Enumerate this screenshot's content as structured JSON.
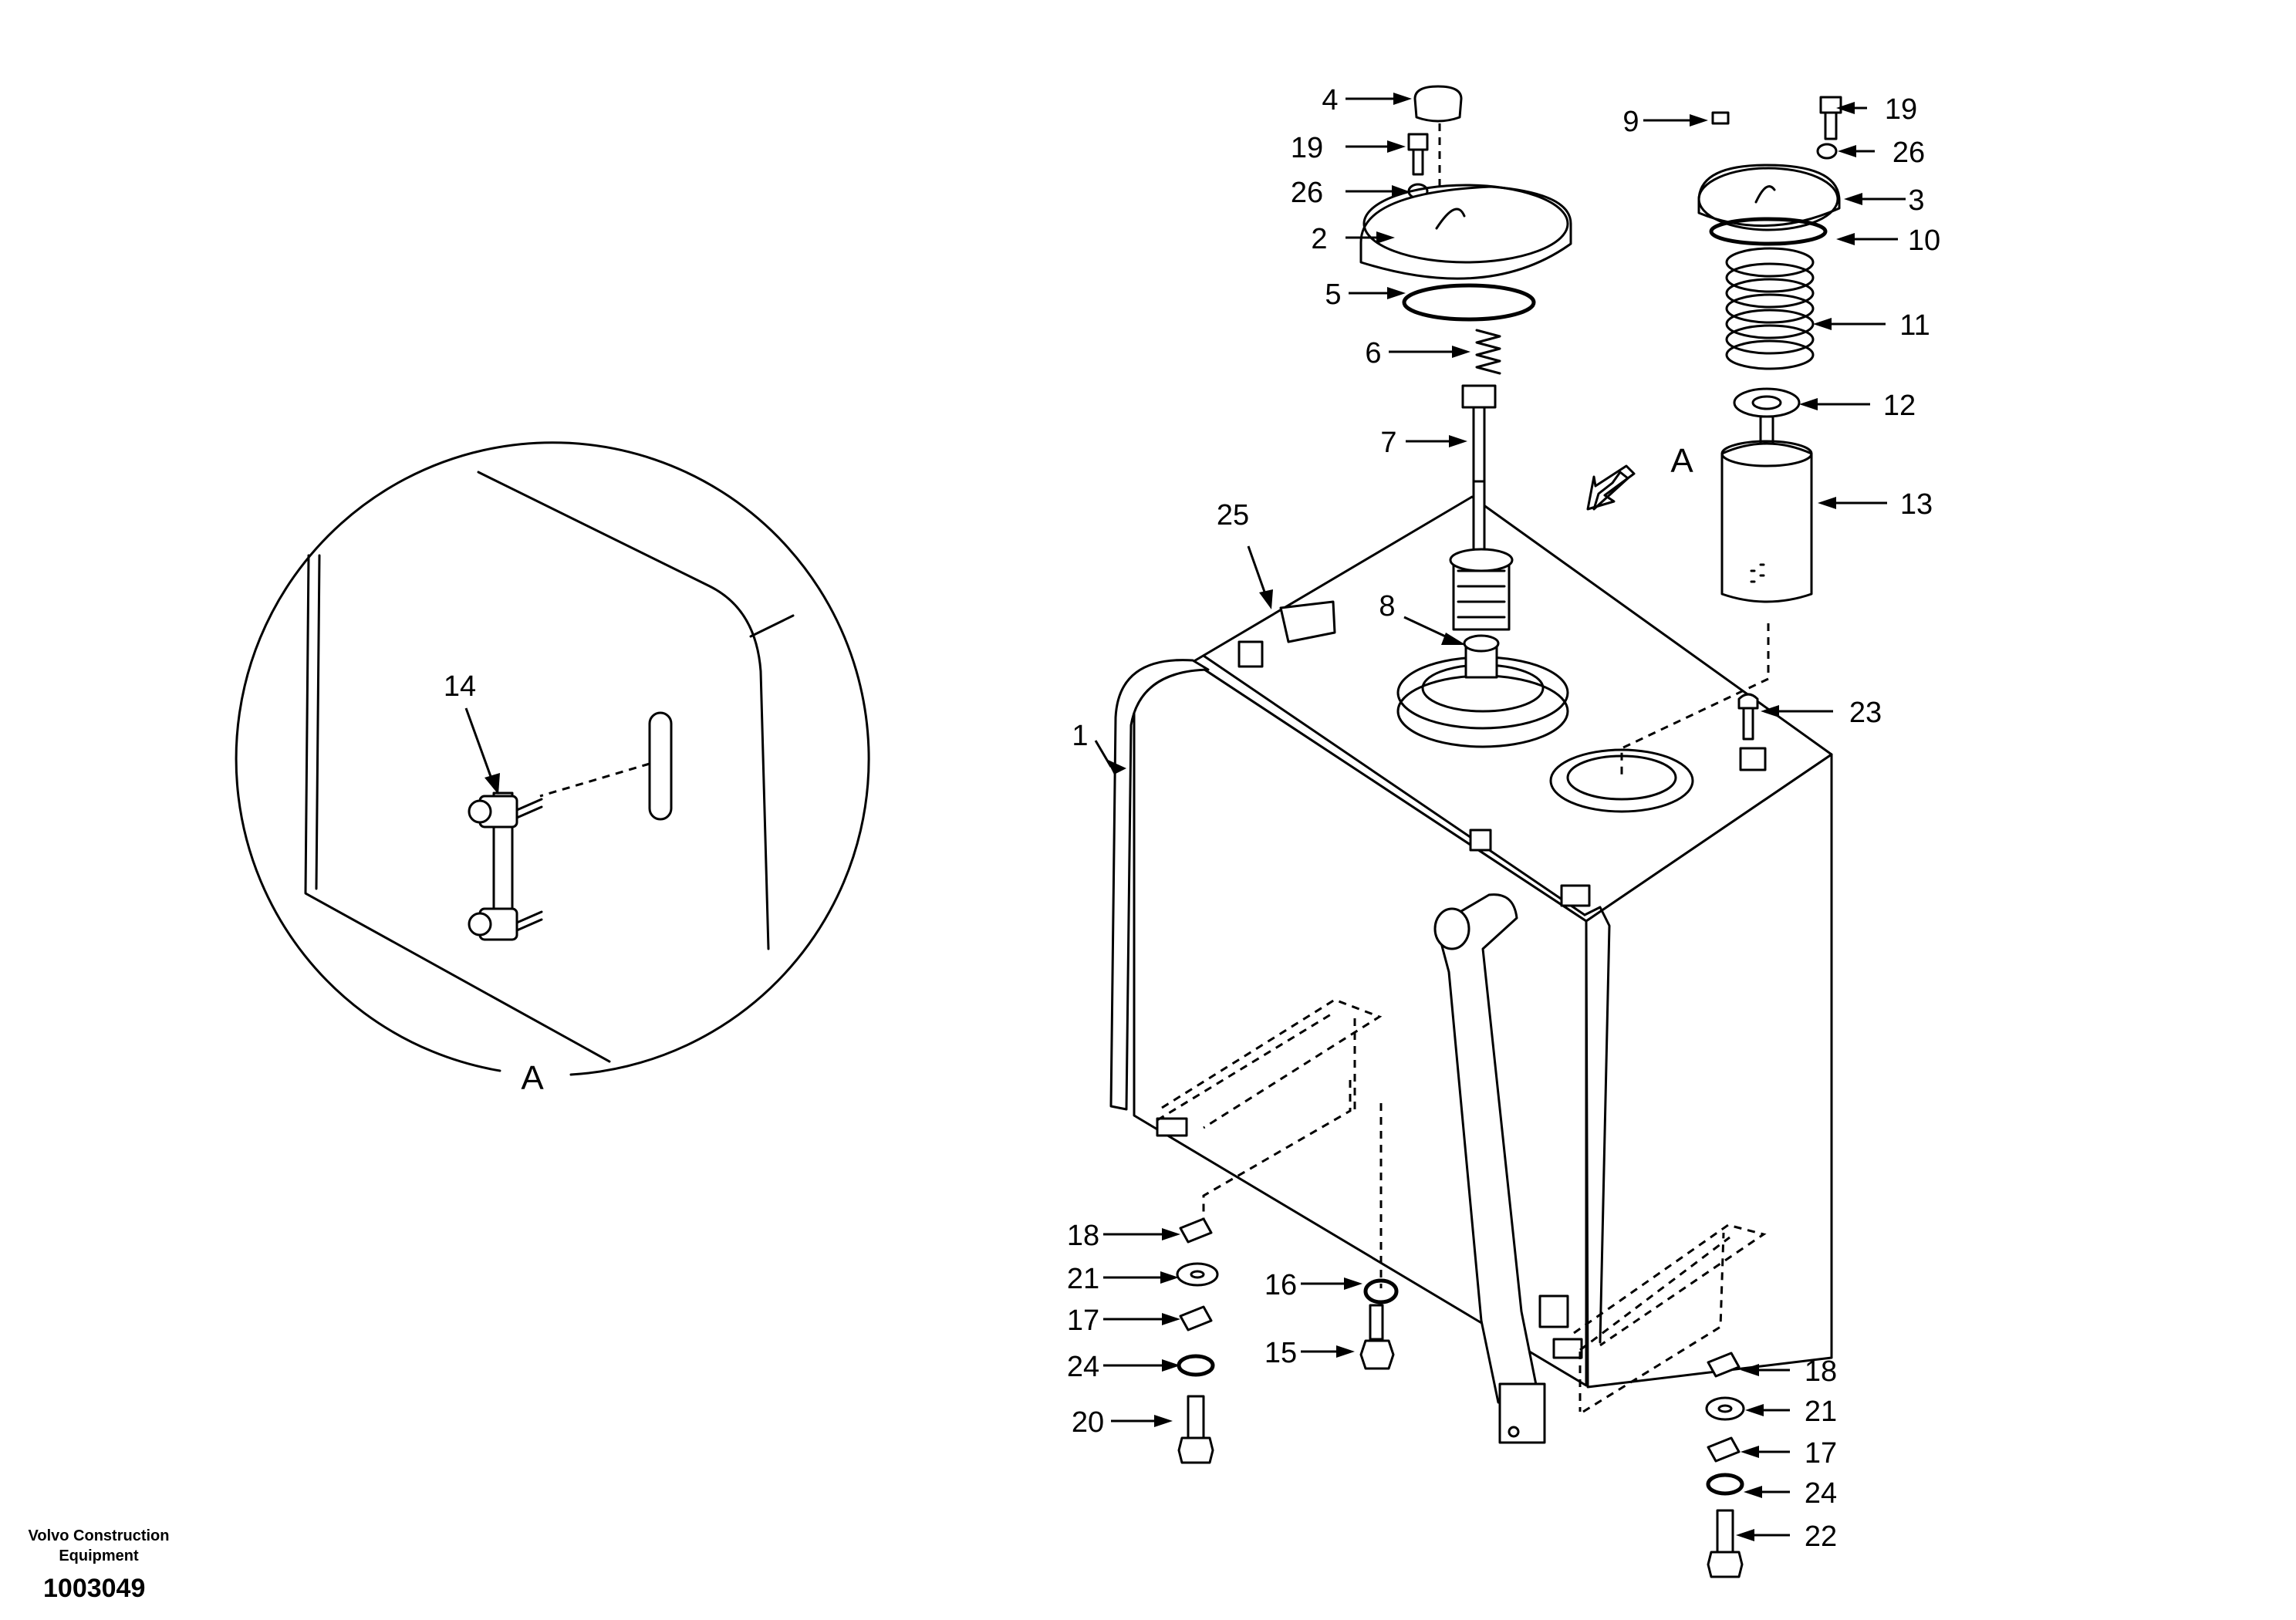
{
  "detail_view": {
    "letter": "A",
    "callout": "14"
  },
  "view_indicator": {
    "letter": "A"
  },
  "callouts": {
    "c1": "1",
    "c2": "2",
    "c3": "3",
    "c4": "4",
    "c5": "5",
    "c6": "6",
    "c7": "7",
    "c8": "8",
    "c9": "9",
    "c10": "10",
    "c11": "11",
    "c12": "12",
    "c13": "13",
    "c15": "15",
    "c16": "16",
    "c17a": "17",
    "c17b": "17",
    "c18a": "18",
    "c18b": "18",
    "c19a": "19",
    "c19b": "19",
    "c20": "20",
    "c21a": "21",
    "c21b": "21",
    "c22": "22",
    "c23": "23",
    "c24a": "24",
    "c24b": "24",
    "c25": "25",
    "c26a": "26",
    "c26b": "26"
  },
  "footer": {
    "maker_line1": "Volvo Construction",
    "maker_line2": "Equipment",
    "code": "1003049"
  }
}
